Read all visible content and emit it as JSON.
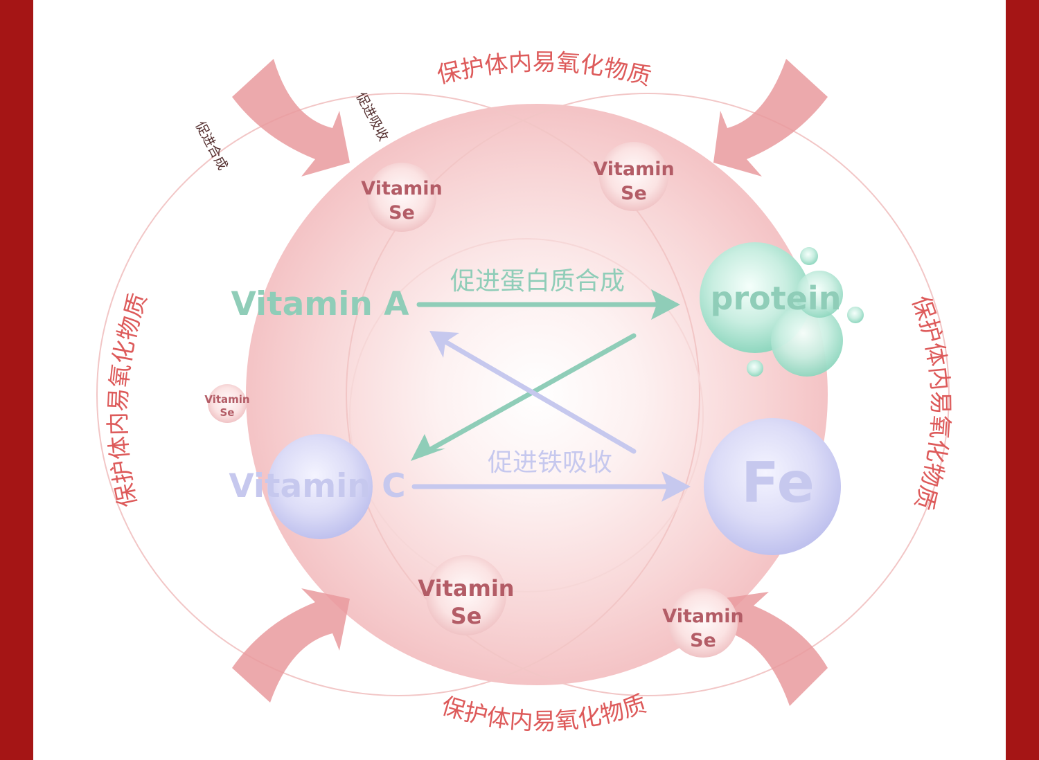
{
  "colors": {
    "frame": "#a51515",
    "accent_red": "#dd5a5a",
    "green": "#8fcdb8",
    "purple": "#c6c8ee",
    "se_text": "#b35c66"
  },
  "labels": {
    "protect_top": "保护体内易氧化物质",
    "protect_bottom": "保护体内易氧化物质",
    "protect_left": "保护体内易氧化物质",
    "protect_right": "保护体内易氧化物质",
    "promote_synthesis": "促进合成",
    "promote_absorption": "促进吸收",
    "protein_synthesis": "促进蛋白质合成",
    "iron_absorption": "促进铁吸收"
  },
  "nodes": {
    "vitamin_a": "Vitamin A",
    "vitamin_c": "Vitamin C",
    "protein": "protein",
    "fe": "Fe",
    "vitamin_se": {
      "line1": "Vitamin",
      "line2": "Se"
    }
  },
  "icons": [
    "arrow-icon",
    "bubble-icon"
  ]
}
